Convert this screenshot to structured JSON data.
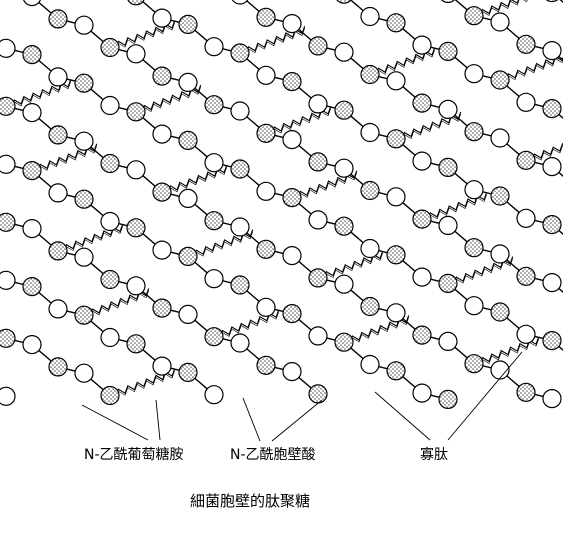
{
  "diagram": {
    "labels": {
      "nag": "N-乙酰葡萄糖胺",
      "nam": "N-乙酰胞壁酸",
      "peptide": "寡肽"
    },
    "caption": "細菌胞壁的肽聚糖"
  },
  "colors": {
    "line": "#000000",
    "nag_fill": "#ffffff",
    "nam_fill": "#c8c8c8",
    "background": "#ffffff"
  }
}
